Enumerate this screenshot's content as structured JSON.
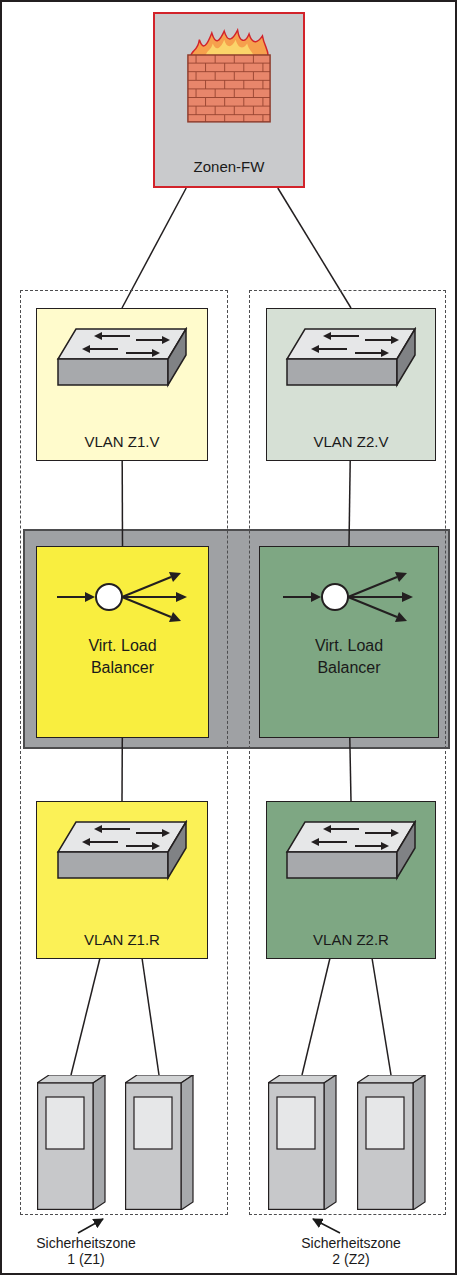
{
  "diagram": {
    "nodes": [
      {
        "text": [
          "Zonen-FW"
        ]
      },
      {
        "text": [
          "Sicherheitszone 1 (Z1)"
        ]
      },
      {
        "text": [
          "VLAN Z1.V"
        ],
        "in": 1
      },
      {
        "text": [
          "Virt. Load Balancer"
        ],
        "in": 1
      },
      {
        "text": [
          "VLAN Z1.R"
        ],
        "in": 1
      },
      {
        "text": [
          "Sicherheitszone 2 (Z2)"
        ]
      },
      {
        "text": [
          "VLAN Z2.V"
        ],
        "in": 5
      },
      {
        "text": [
          "Virt. Load Balancer"
        ],
        "in": 5
      },
      {
        "text": [
          "VLAN Z2.R"
        ],
        "in": 5
      }
    ],
    "edges": [
      {
        "from": 0,
        "to": 2,
        "arrow": "none"
      },
      {
        "from": 0,
        "to": 6,
        "arrow": "none"
      },
      {
        "from": 2,
        "to": 3,
        "arrow": "none"
      },
      {
        "from": 3,
        "to": 4,
        "arrow": "none"
      },
      {
        "from": 6,
        "to": 7,
        "arrow": "none"
      },
      {
        "from": 7,
        "to": 8,
        "arrow": "none"
      }
    ]
  }
}
